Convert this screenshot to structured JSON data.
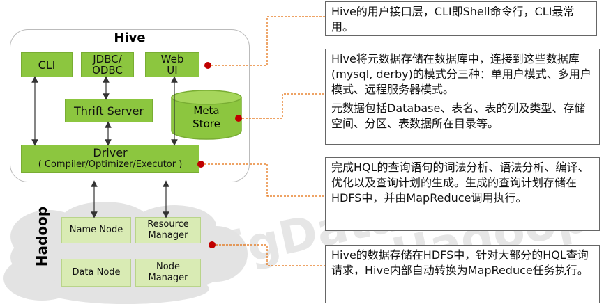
{
  "hive": {
    "title": "Hive",
    "cli": "CLI",
    "jdbc": [
      "JDBC/",
      "ODBC"
    ],
    "webui": [
      "Web",
      "UI"
    ],
    "thrift": "Thrift Server",
    "meta": [
      "Meta",
      "Store"
    ],
    "driver_title": "Driver",
    "driver_sub": "( Compiler/Optimizer/Executor )"
  },
  "hadoop": {
    "title": "Hadoop",
    "name_node": "Name Node",
    "resource_manager": [
      "Resource",
      "Manager"
    ],
    "data_node": "Data Node",
    "node_manager": [
      "Node",
      "Manager"
    ]
  },
  "notes": {
    "n1": "Hive的用户接口层，CLI即Shell命令行，CLI最常用。",
    "n2a": "Hive将元数据存储在数据库中，连接到这些数据库(mysql, derby)的模式分三种：单用户模式、多用户模式、远程服务器模式。",
    "n2b": "元数据包括Database、表名、表的列及类型、存储空间、分区、表数据所在目录等。",
    "n3": "完成HQL的查询语句的词法分析、语法分析、编译、优化以及查询计划的生成。生成的查询计划存储在HDFS中，并由MapReduce调用执行。",
    "n4": "Hive的数据存储在HDFS中，针对大部分的HQL查询请求，Hive内部自动转换为MapReduce任务执行。"
  },
  "watermark": [
    "BigData",
    "Hadoop"
  ],
  "colors": {
    "green": "#8cc63f",
    "light_green": "#d9ebb4",
    "dot": "#c00000",
    "leader": "#e36c09"
  }
}
